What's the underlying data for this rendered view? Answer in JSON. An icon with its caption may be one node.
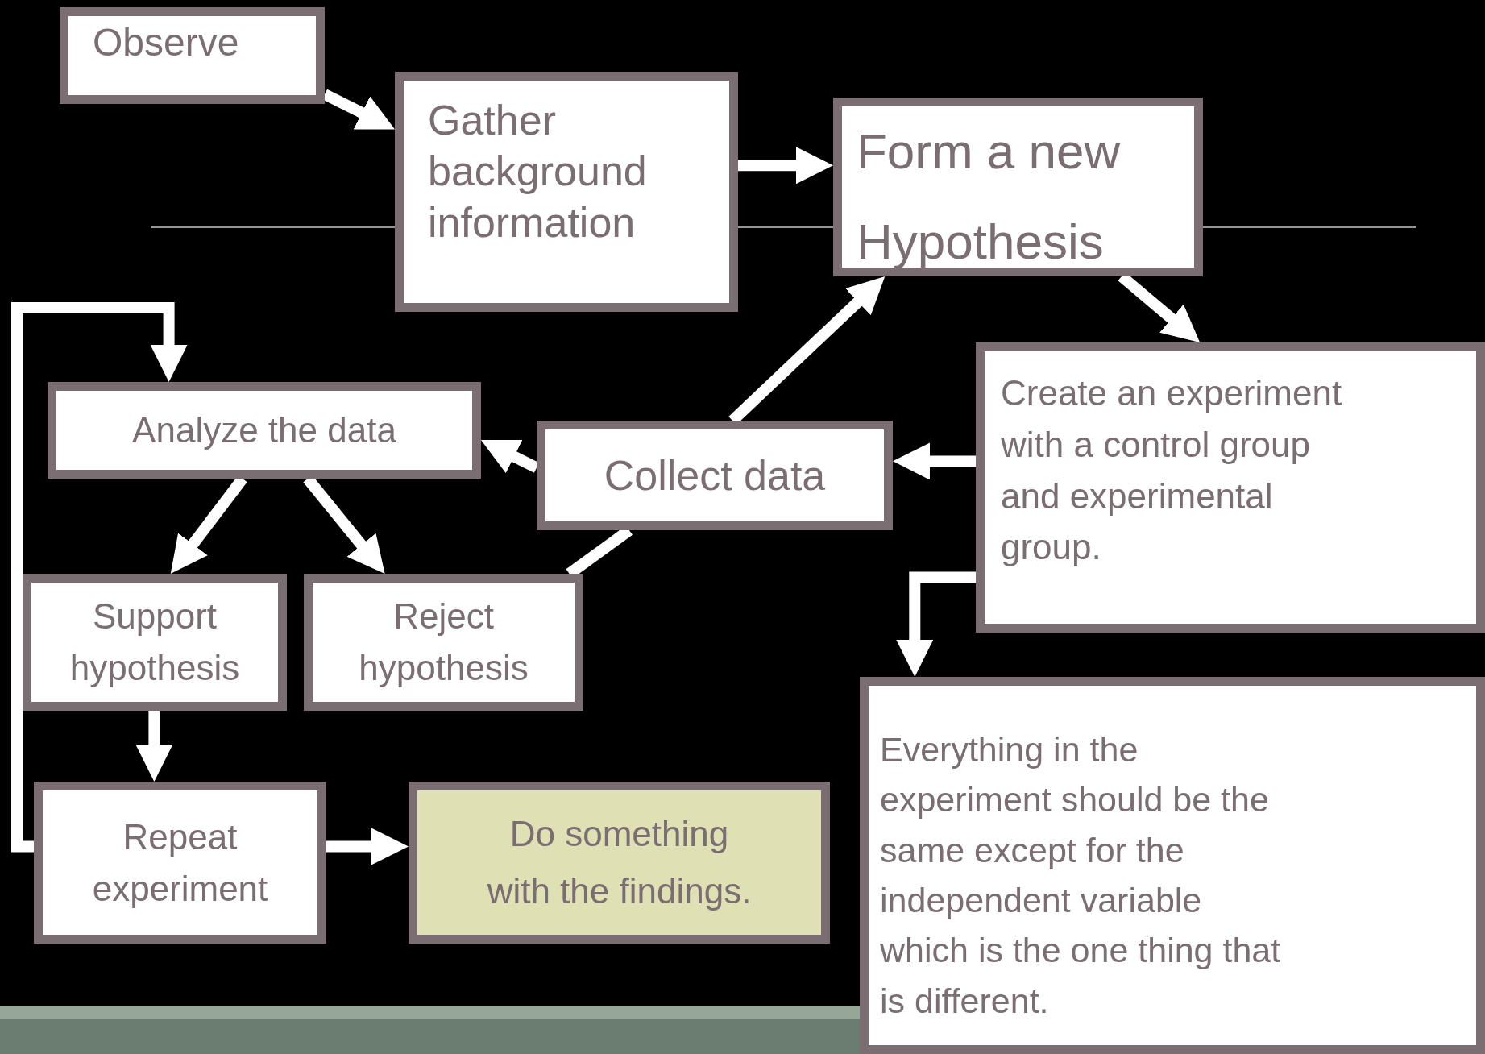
{
  "diagram": {
    "nodes": [
      {
        "text": [
          "Observe"
        ]
      },
      {
        "text": [
          "Gather background information"
        ]
      },
      {
        "text": [
          "Form a new Hypothesis"
        ]
      },
      {
        "text": [
          "Create an experiment with a control group and experimental group."
        ]
      },
      {
        "text": [
          "Collect data"
        ]
      },
      {
        "text": [
          "Analyze the data"
        ]
      },
      {
        "text": [
          "Support hypothesis"
        ]
      },
      {
        "text": [
          "Reject hypothesis"
        ]
      },
      {
        "text": [
          "Repeat experiment"
        ]
      },
      {
        "text": [
          "Do something with the findings."
        ]
      },
      {
        "text": [
          "Everything in the experiment should be the same except for the independent variable which is the one thing that is different."
        ]
      }
    ],
    "edges": [
      {
        "from": 0,
        "to": 1,
        "arrow": "to"
      },
      {
        "from": 1,
        "to": 2,
        "arrow": "to"
      },
      {
        "from": 2,
        "to": 3,
        "arrow": "to"
      },
      {
        "from": 3,
        "to": 4,
        "arrow": "to"
      },
      {
        "from": 3,
        "to": 10,
        "arrow": "to"
      },
      {
        "from": 4,
        "to": 5,
        "arrow": "to"
      },
      {
        "from": 4,
        "to": 2,
        "arrow": "to"
      },
      {
        "from": 5,
        "to": 6,
        "arrow": "to"
      },
      {
        "from": 5,
        "to": 7,
        "arrow": "to"
      },
      {
        "from": 7,
        "to": 4,
        "arrow": "none"
      },
      {
        "from": 6,
        "to": 8,
        "arrow": "to"
      },
      {
        "from": 8,
        "to": 5,
        "arrow": "to"
      },
      {
        "from": 8,
        "to": 9,
        "arrow": "to"
      }
    ]
  }
}
